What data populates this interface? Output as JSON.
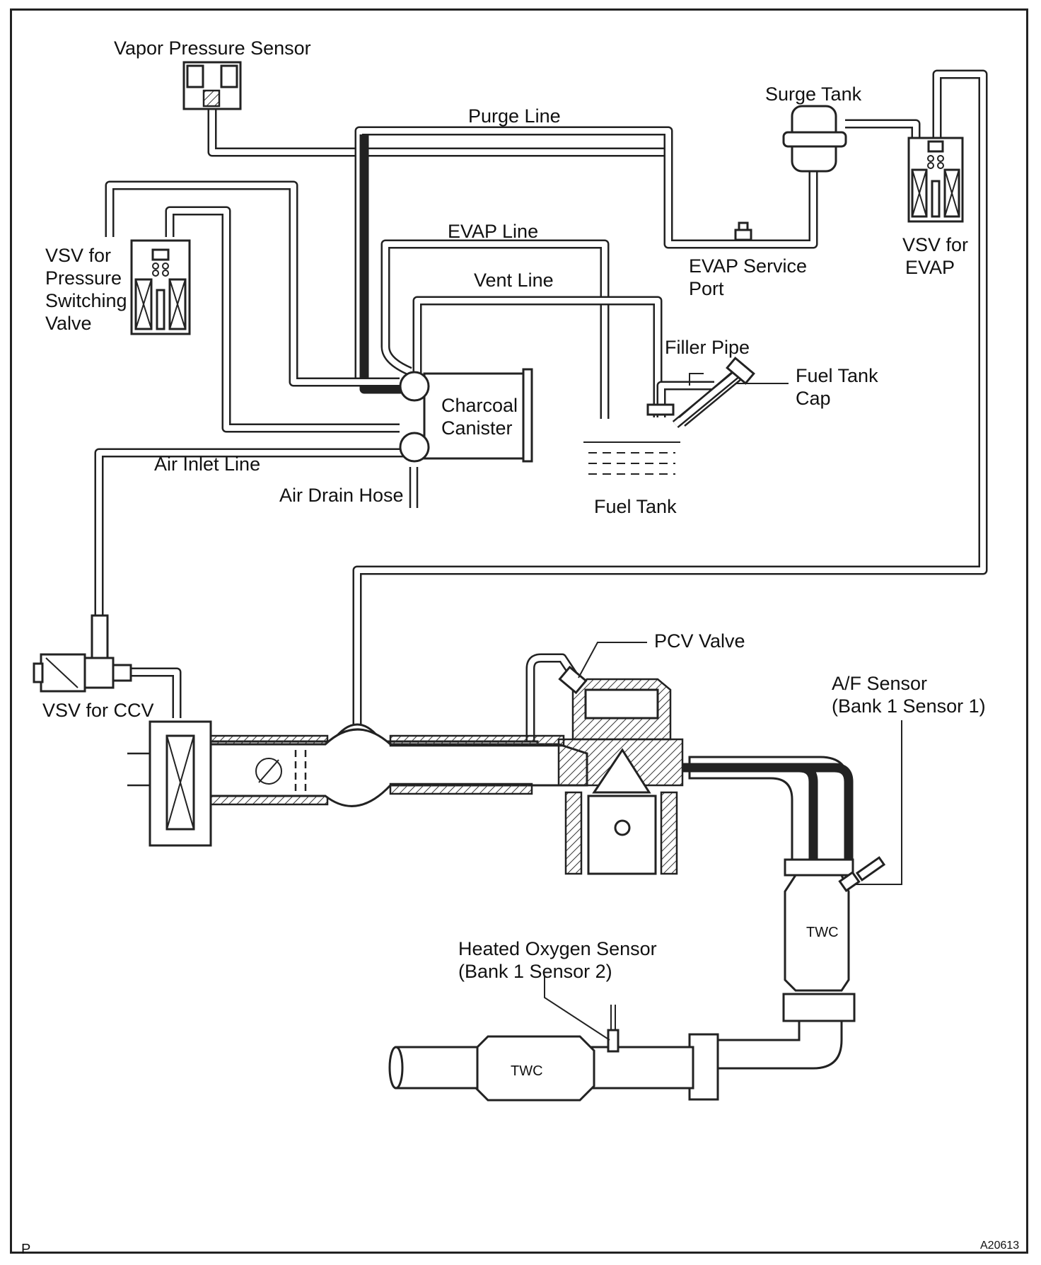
{
  "labels": {
    "vapor_pressure_sensor": "Vapor Pressure Sensor",
    "purge_line": "Purge Line",
    "surge_tank": "Surge Tank",
    "vsv_for_evap_1": "VSV for",
    "vsv_for_evap_2": "EVAP",
    "evap_line": "EVAP Line",
    "evap_service_port_1": "EVAP Service",
    "evap_service_port_2": "Port",
    "vent_line": "Vent Line",
    "vsv_pressure_1": "VSV for",
    "vsv_pressure_2": "Pressure",
    "vsv_pressure_3": "Switching",
    "vsv_pressure_4": "Valve",
    "filler_pipe": "Filler Pipe",
    "fuel_tank_cap_1": "Fuel Tank",
    "fuel_tank_cap_2": "Cap",
    "charcoal_canister_1": "Charcoal",
    "charcoal_canister_2": "Canister",
    "air_inlet_line": "Air Inlet Line",
    "air_drain_hose": "Air Drain Hose",
    "fuel_tank": "Fuel Tank",
    "pcv_valve": "PCV Valve",
    "af_sensor_1": "A/F Sensor",
    "af_sensor_2": "(Bank 1 Sensor 1)",
    "vsv_for_ccv": "VSV for CCV",
    "twc_upper": "TWC",
    "heated_o2_1": "Heated Oxygen Sensor",
    "heated_o2_2": "(Bank 1 Sensor 2)",
    "twc_lower": "TWC",
    "corner_p": "P",
    "figure_id": "A20613"
  }
}
